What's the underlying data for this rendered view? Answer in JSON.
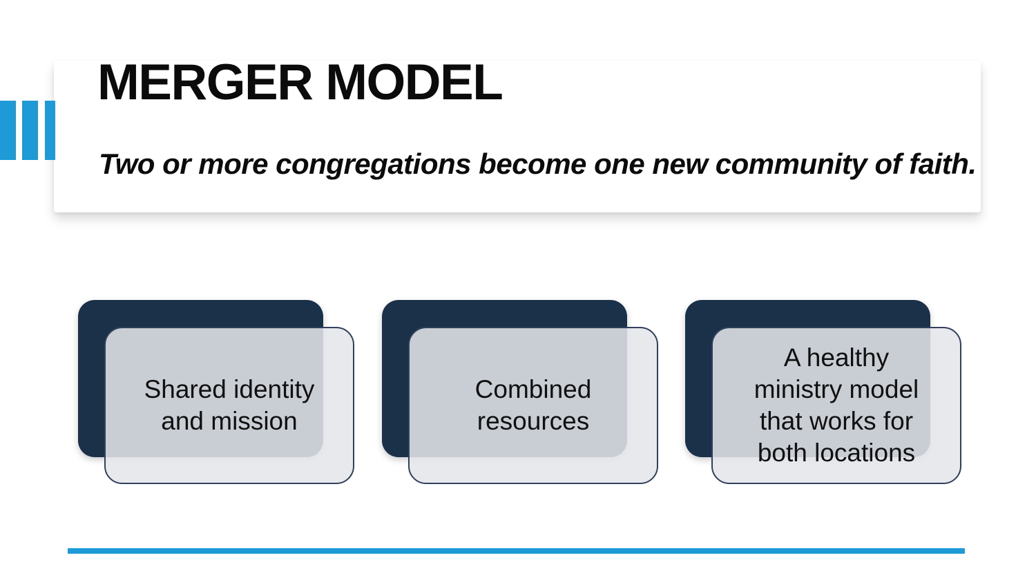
{
  "slide": {
    "title": "MERGER MODEL",
    "subtitle": "Two or more congregations become one new community of faith.",
    "cards": [
      {
        "label": "Shared identity\nand mission"
      },
      {
        "label": "Combined\nresources"
      },
      {
        "label": "A healthy\nministry model\nthat works for\nboth locations"
      }
    ],
    "colors": {
      "accent_blue": "#1E9AD6",
      "navy": "#1B3049",
      "overlay_gray": "rgba(228,230,233,0.87)",
      "text": "#0B0B0B"
    }
  }
}
